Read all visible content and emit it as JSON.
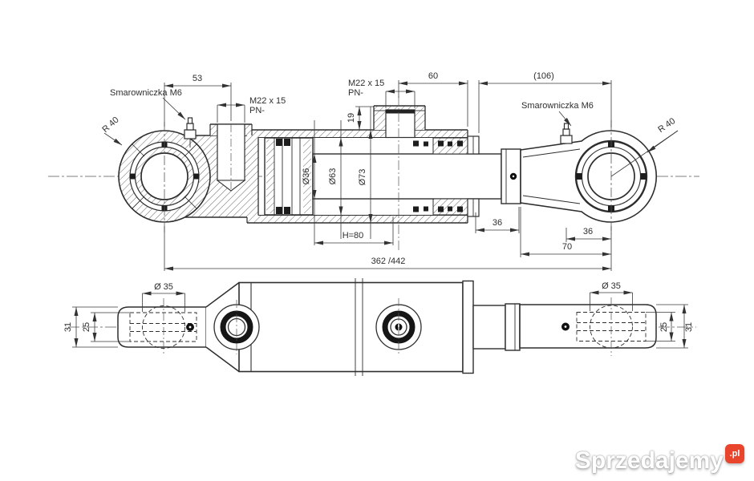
{
  "labels": {
    "smar_left": "Smarowniczka M6",
    "smar_right": "Smarowniczka M6",
    "r40_left": "R 40",
    "r40_right": "R 40",
    "d53": "53",
    "m22_left_1": "M22 x 15",
    "m22_left_2": "PN-",
    "m22_mid_1": "M22 x 15",
    "m22_mid_2": "PN-",
    "d60": "60",
    "d106": "(106)",
    "d19": "19",
    "dia36": "Ø36",
    "dia63": "Ø63",
    "dia73": "Ø73",
    "h80": "H=80",
    "d36_gland": "36",
    "d36_eye": "36",
    "d70": "70",
    "d_total": "362 /442",
    "dia35_left": "Ø 35",
    "dia35_right": "Ø 35",
    "d31_left": "31",
    "d25_left": "25",
    "d25_right": "25",
    "d31_right": "31"
  },
  "watermark": {
    "name": "Sprzedajemy",
    "tld": ".pl",
    "badge_color": "#e8452c"
  },
  "colors": {
    "line": "#2e2e2e",
    "dim": "#3a3a3a"
  }
}
